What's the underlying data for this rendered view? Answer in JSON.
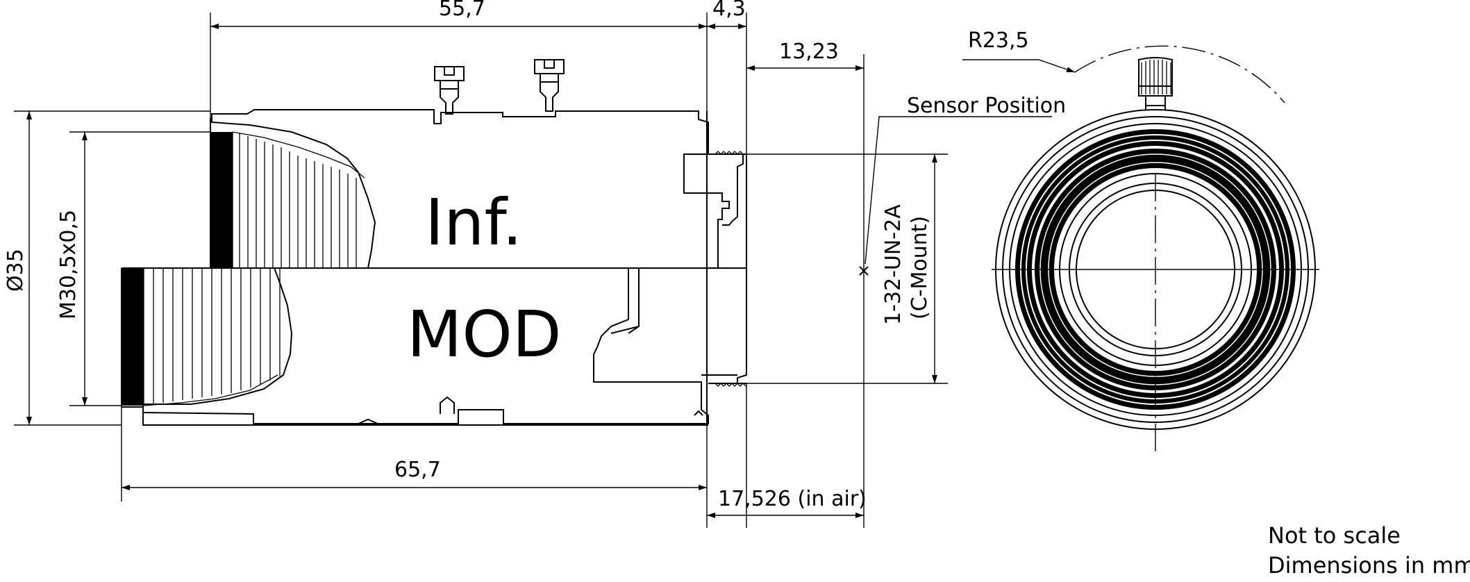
{
  "dimensions": {
    "length_inf": "55,7",
    "flange": "4,3",
    "mount_to_sensor": "13,23",
    "length_mod": "65,7",
    "back_focal": "17,526 (in air)",
    "diameter": "Ø35",
    "front_thread": "M30,5x0,5",
    "mount_thread_line1": "1-32-UN-2A",
    "mount_thread_line2": "(C-Mount)",
    "radius": "R23,5"
  },
  "labels": {
    "sensor_position": "Sensor Position",
    "state_infinity": "Inf.",
    "state_mod": "MOD"
  },
  "notes": {
    "line1": "Not to scale",
    "line2": "Dimensions in mm"
  },
  "colors": {
    "line": "#000000",
    "background": "#ffffff"
  }
}
